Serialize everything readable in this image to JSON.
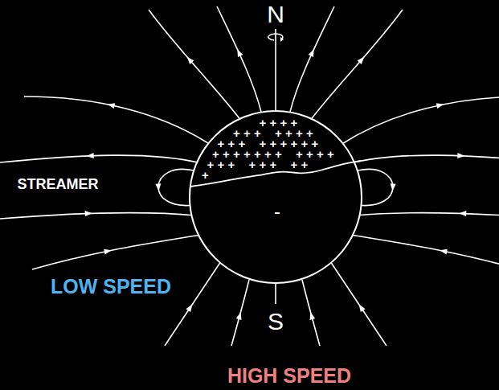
{
  "diagram": {
    "labels": [
      "N",
      "S",
      "STREAMER",
      "LOW SPEED",
      "HIGH SPEED",
      "-",
      "+",
      "+",
      "+",
      "+",
      "+",
      "+",
      "+",
      "+",
      "+",
      "+",
      "+",
      "+",
      "+",
      "+",
      "+",
      "+",
      "+",
      "+",
      "+",
      "+",
      "+",
      "+",
      "+",
      "+",
      "+",
      "+",
      "+",
      "+",
      "+",
      "+",
      "+",
      "+",
      "+",
      "+",
      "+",
      "+",
      "+",
      "+",
      "+",
      "+"
    ]
  }
}
